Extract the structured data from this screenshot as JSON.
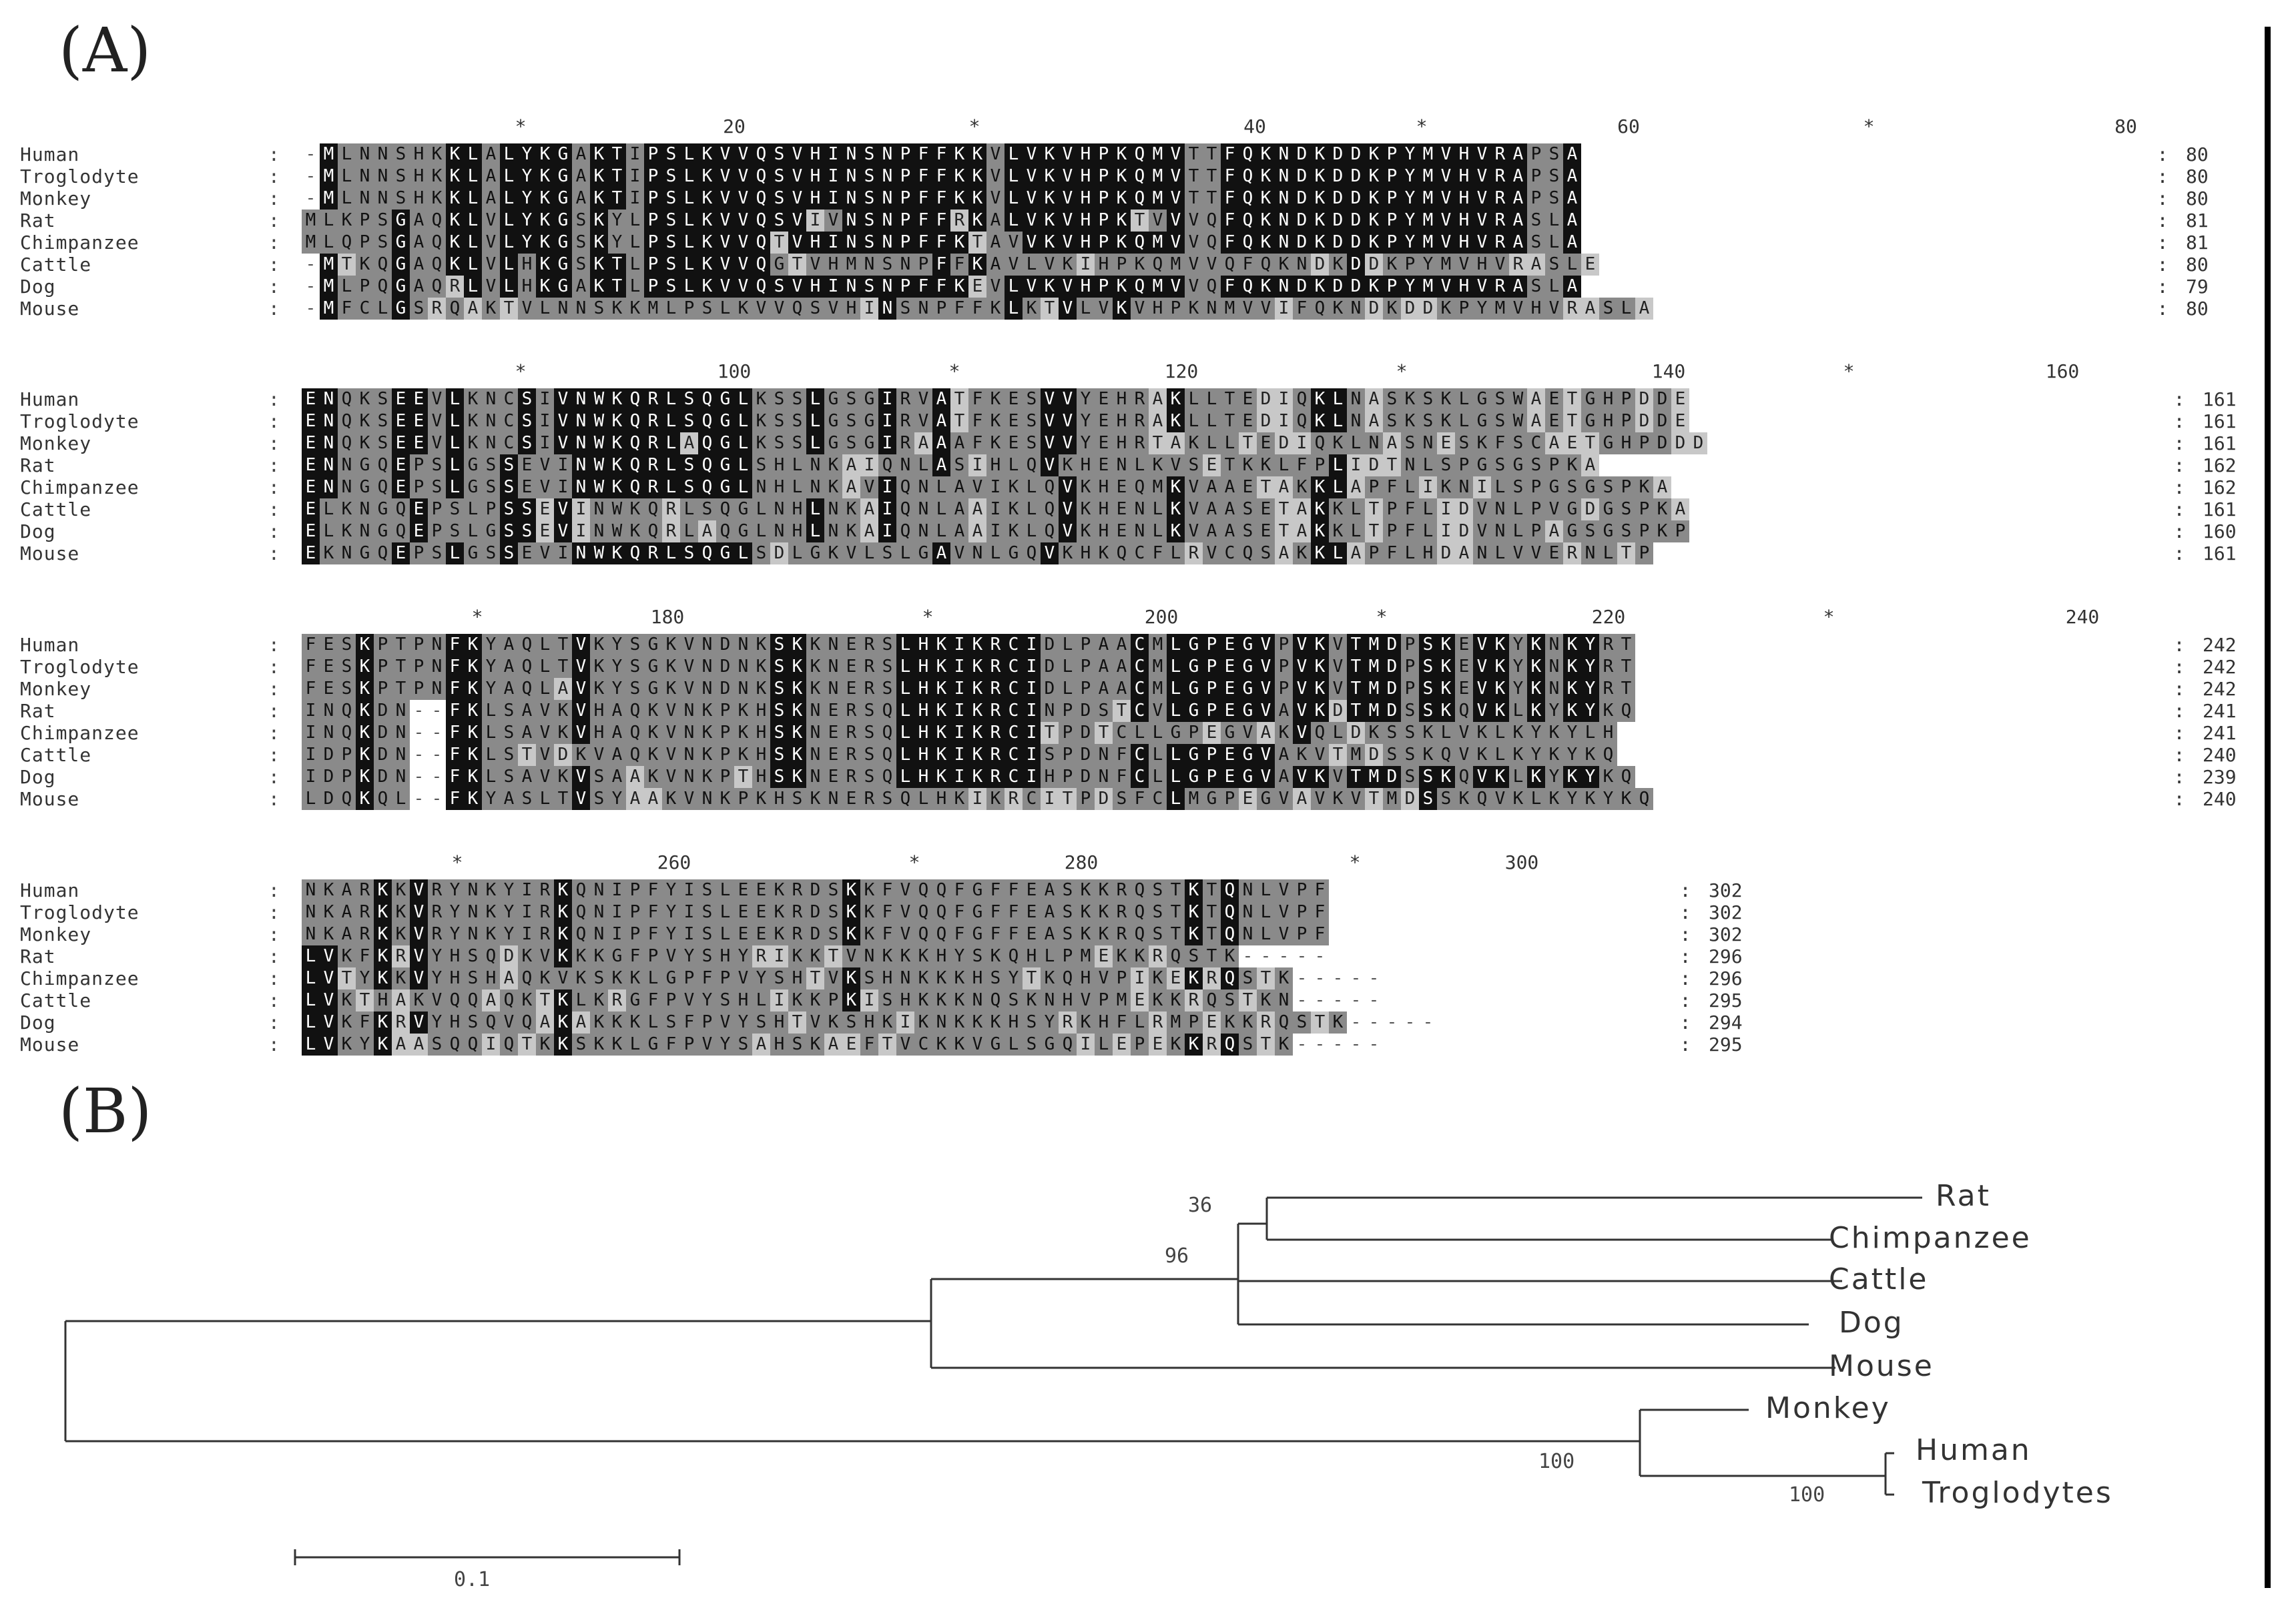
{
  "panels": {
    "a_label": "(A)",
    "b_label": "(B)"
  },
  "alignment": {
    "species": [
      "Human",
      "Troglodyte",
      "Monkey",
      "Rat",
      "Chimpanzee",
      "Cattle",
      "Dog",
      "Mouse"
    ],
    "blocks": [
      {
        "ruler": [
          "*",
          "20",
          "*",
          "40",
          "*",
          "60",
          "*",
          "80"
        ],
        "ends": [
          "80",
          "80",
          "80",
          "81",
          "81",
          "80",
          "79",
          "80"
        ],
        "sequences": [
          "-MLNNSHKKLALYKGAKTIPSLKVVQSVHINSNPFFKKVLVKVHPKQMVTTFQKNDKDDKPYMVHVRAPSA",
          "-MLNNSHKKLALYKGAKTIPSLKVVQSVHINSNPFFKKVLVKVHPKQMVTTFQKNDKDDKPYMVHVRAPSA",
          "-MLNNSHKKLALYKGAKTIPSLKVVQSVHINSNPFFKKVLVKVHPKQMVTTFQKNDKDDKPYMVHVRAPSA",
          "MLKPSGAQKLVLYKGSKYLPSLKVVQSVIVNSNPFFRKALVKVHPKTVVVQFQKNDKDDKPYMVHVRASLA",
          "MLQPSGAQKLVLYKGSKYLPSLKVVQTVHINSNPFFKTAVVKVHPKQMVVQFQKNDKDDKPYMVHVRASLA",
          "-MTKQGAQKLVLHKGSKTLPSLKVVQGTVHMNSNPFFKAVLVKIHPKQMVVQFQKNDKDDKPYMVHVRASLE",
          "-MLPQGAQRLVLHKGAKTLPSLKVVQSVHINSNPFFKEVLVKVHPKQMVVQFQKNDKDDKPYMVHVRASLA",
          "-MFCLGSRQAKTVLNNSKKMLPSLKVVQSVHINSNPFFKLKTVLVKVHPKNMVVIFQKNDKDDKPYMVHVRASLA"
        ]
      },
      {
        "ruler": [
          "*",
          "100",
          "*",
          "120",
          "*",
          "140",
          "*",
          "160"
        ],
        "ends": [
          "161",
          "161",
          "161",
          "162",
          "162",
          "161",
          "160",
          "161"
        ],
        "sequences": [
          "ENQKSEEVLKNCSIVNWKQRLSQGLKSSLGSGIRVATFKESVVYEHRAKLLTEDIQKLNASKSKLGSWAETGHPDDE",
          "ENQKSEEVLKNCSIVNWKQRLSQGLKSSLGSGIRVATFKESVVYEHRAKLLTEDIQKLNASKSKLGSWAETGHPDDE",
          "ENQKSEEVLKNCSIVNWKQRLAQGLKSSLGSGIRAAAFKESVVYEHRTAKLLTEDIQKLNASNESKFSCAETGHPDDD",
          "ENNGQEPSLGSSEVINWKQRLSQGLSHLNKAIQNLASIHLQVKHENLKVSETKKLFPLIDTNLSPGSGSPKA",
          "ENNGQEPSLGSSEVINWKQRLSQGLNHLNKAVIQNLAVIKLQVKHEQMKVAAETAKKLAPFLIKNILSPGSGSPKA",
          "ELKNGQEPSLPSSEVINWKQRLSQGLNHLNKAIQNLAAIKLQVKHENLKVAASETAKKLTPFLIDVNLPVGDGSPKA",
          "ELKNGQEPSLGSSEVINWKQRLAQGLNHLNKAIQNLAAIKLQVKHENLKVAASETAKKLTPFLIDVNLPAGSGSPKP",
          "EKNGQEPSLGSSEVINWKQRLSQGLSDLGKVLSLGAVNLGQVKHKQCFLRVCQSAKKLAPFLHDANLVVERNLTP"
        ]
      },
      {
        "ruler": [
          "*",
          "180",
          "*",
          "200",
          "*",
          "220",
          "*",
          "240"
        ],
        "ends": [
          "242",
          "242",
          "242",
          "241",
          "241",
          "240",
          "239",
          "240"
        ],
        "sequences": [
          "FESKPTPNFKYAQLTVKYSGKVNDNKSKKNERSLHKIKRCIDLPAACMLGPEGVPVKVTMDPSKEVKYKNKYRT",
          "FESKPTPNFKYAQLTVKYSGKVNDNKSKKNERSLHKIKRCIDLPAACMLGPEGVPVKVTMDPSKEVKYKNKYRT",
          "FESKPTPNFKYAQLAVKYSGKVNDNKSKKNERSLHKIKRCIDLPAACMLGPEGVPVKVTMDPSKEVKYKNKYRT",
          "INQKDN--FKLSAVKVHAQKVNKPKHSKNERSQLHKIKRCINPDSTCVLGPEGVAVKDTMDSSKQVKLKYKYKQ",
          "INQKDN--FKLSAVKVHAQKVNKPKHSKNERSQLHKIKRCITPDTCLLGPEGVAKVQLDKSSKLVKLKYKYLH",
          "IDPKDN--FKLSTVDKVAQKVNKPKHSKNERSQLHKIKRCISPDNFCLLGPEGVAKVTMDSSKQVKLKYKYKQ",
          "IDPKDN--FKLSAVKVSAAKVNKPTHSKNERSQLHKIKRCIHPDNFCLLGPEGVAVKVTMDSSKQVKLKYKYKQ",
          "LDQKQL--FKYASLTVSYAAKVNKPKHSKNERSQLHKIKRCITPDSFCLMGPEGVAVKVTMDSSKQVKLKYKYKQ"
        ]
      },
      {
        "ruler": [
          "*",
          "260",
          "*",
          "280",
          "*",
          "300"
        ],
        "ends": [
          "302",
          "302",
          "302",
          "296",
          "296",
          "295",
          "294",
          "295"
        ],
        "sequences": [
          "NKARKKVRYNKYIRKQNIPFYISLEEKRDSKKFVQQFGFFEASKKRQSTKTQNLVPF",
          "NKARKKVRYNKYIRKQNIPFYISLEEKRDSKKFVQQFGFFEASKKRQSTKTQNLVPF",
          "NKARKKVRYNKYIRKQNIPFYISLEEKRDSKKFVQQFGFFEASKKRQSTKTQNLVPF",
          "LVKFKRVYHSQDKVKKKGFPVYSHYRIKKTVNKKKHYSKQHLPMEKKRQSTK-----",
          "LVTYKKVYHSHAQKVKSKKLGPFPVYSHTVKSHNKKKHSYTKQHVPIKEKRQSTK-----",
          "LVKTHAKVQQAQKTKLKRGFPVYSHLIKKPKISHKKKNQSKNHVPMEKKRQSTKN-----",
          "LVKFKRVYHSQVQAKAKKKLSFPVYSHTVKSHKIKNKKKHSYRKHFLRMPEKKRQSTK-----",
          "LVKYKAASQQIQTKKSKKLGFPVYSAHSKAEFTVCKKVGLSGQILEPEKKRQSTK-----"
        ]
      }
    ]
  },
  "tree": {
    "taxa": [
      "Rat",
      "Chimpanzee",
      "Cattle",
      "Dog",
      "Mouse",
      "Monkey",
      "Human",
      "Troglodytes"
    ],
    "bootstrap": [
      "36",
      "96",
      "100",
      "100"
    ],
    "scale_label": "0.1"
  }
}
